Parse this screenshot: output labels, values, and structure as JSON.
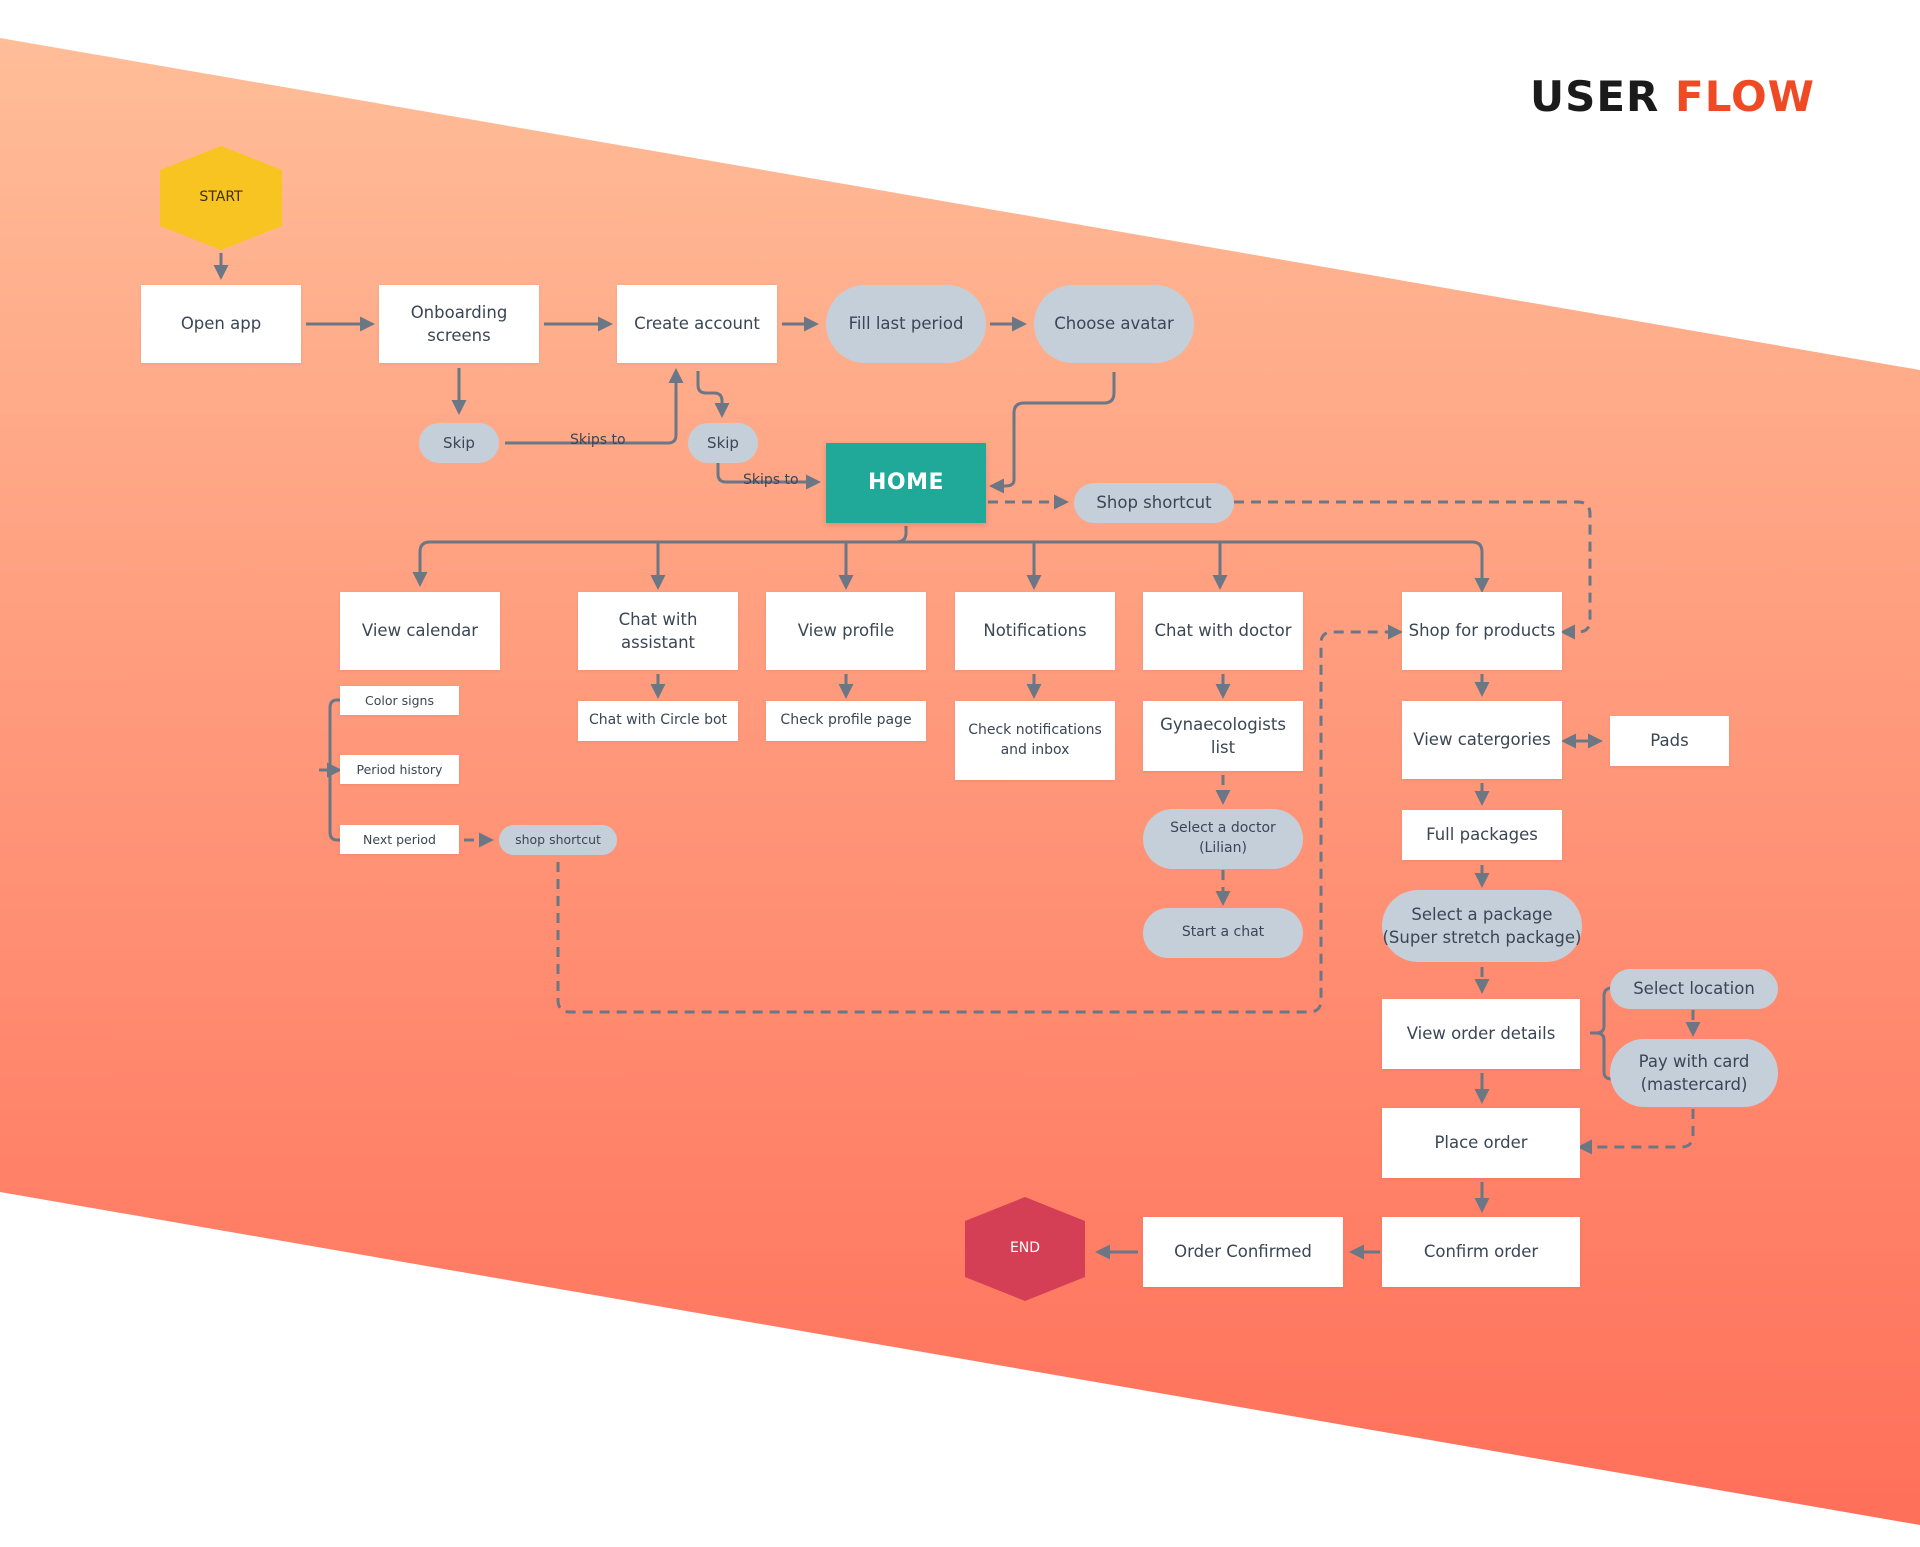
{
  "title": {
    "part1": "USER",
    "part2": "FLOW"
  },
  "colors": {
    "gradient_top": "#ffbd98",
    "gradient_bottom": "#ff6f59",
    "connector": "#6b7785",
    "rect_fill": "#ffffff",
    "pill_fill": "#c5cfd9",
    "home_fill": "#20a999",
    "start_fill": "#f8c421",
    "end_fill": "#d43f55",
    "title_accent": "#f04a25",
    "title_dark": "#1b1b1b"
  },
  "nodes": {
    "start": "START",
    "open_app": "Open app",
    "onboarding": "Onboarding\nscreens",
    "create_account": "Create account",
    "fill_last_period": "Fill last period",
    "choose_avatar": "Choose avatar",
    "skip1": "Skip",
    "skip2": "Skip",
    "home": "HOME",
    "shop_shortcut": "Shop shortcut",
    "view_calendar": "View calendar",
    "chat_assistant": "Chat with\nassistant",
    "view_profile": "View profile",
    "notifications": "Notifications",
    "chat_doctor": "Chat with doctor",
    "shop_products": "Shop for products",
    "color_signs": "Color signs",
    "period_history": "Period history",
    "next_period": "Next period",
    "shop_shortcut_small": "shop shortcut",
    "circle_bot": "Chat with Circle bot",
    "check_profile": "Check profile page",
    "check_notifications": "Check notifications\nand inbox",
    "gyn_list": "Gynaecologists\nlist",
    "select_doctor": "Select a doctor\n(Lilian)",
    "start_chat": "Start a chat",
    "view_categories": "View catergories",
    "pads": "Pads",
    "full_packages": "Full packages",
    "select_package": "Select a package\n(Super stretch package)",
    "view_order": "View order details",
    "select_location": "Select location",
    "pay_card": "Pay with card\n(mastercard)",
    "place_order": "Place order",
    "confirm_order": "Confirm order",
    "order_confirmed": "Order Confirmed",
    "end": "END"
  },
  "edge_labels": {
    "skips_to_1": "Skips to",
    "skips_to_2": "Skips to"
  }
}
